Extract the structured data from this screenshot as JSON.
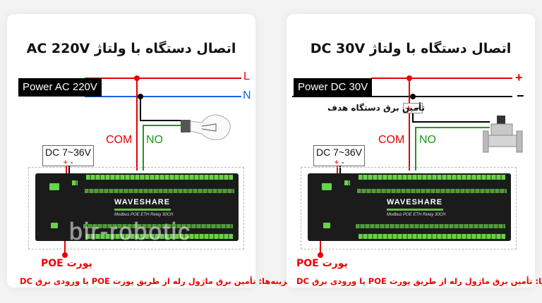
{
  "left": {
    "title": "اتصال دستگاه با ولتاژ AC 220V",
    "power_label": "Power AC 220V",
    "line_L": "L",
    "line_N": "N",
    "com": "COM",
    "no": "NO",
    "dc_input": "DC 7~36V",
    "dc_plus": "+",
    "dc_minus": "-",
    "load": "light-bulb",
    "poe": "پورت POE",
    "note": "گزینه‌ها: تأمین برق ماژول رله از طریق پورت POE یا ورودی برق DC",
    "brand": "WAVESHARE",
    "model": "Modbus POE ETH Relay 30CH",
    "watermark": "bir-robotic"
  },
  "right": {
    "title": "اتصال دستگاه با ولتاژ DC 30V",
    "power_label": "Power DC 30V",
    "line_plus": "+",
    "line_minus": "−",
    "target_label": "تأمین برق دستگاه هدف",
    "target_plus": "+",
    "target_minus": "−",
    "com": "COM",
    "no": "NO",
    "dc_input": "DC 7~36V",
    "dc_plus": "+",
    "dc_minus": "-",
    "load": "solenoid-valve",
    "poe": "پورت POE",
    "note": "گزینه‌ها: تأمین برق ماژول رله از طریق پورت POE یا ورودی برق DC",
    "brand": "WAVESHARE",
    "model": "Modbus POE ETH Relay 30CH"
  },
  "colors": {
    "red": "#e60000",
    "blue": "#1560e8",
    "green": "#1a9a1a",
    "black": "#000000"
  }
}
